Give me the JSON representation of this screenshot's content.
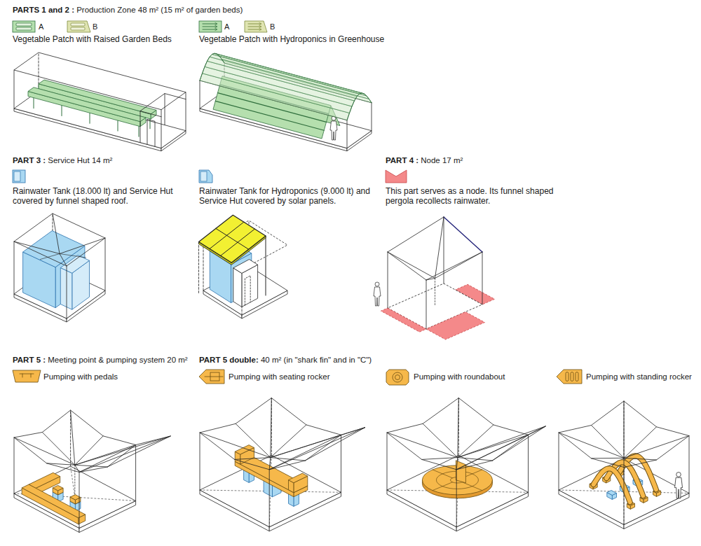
{
  "diagram": {
    "labels": [
      "PARTS 1 and 2 : Production Zone 48 m² (15 m² of garden beds)",
      "A",
      "B",
      "Vegetable Patch with Raised Garden Beds",
      "A",
      "B",
      "Vegetable Patch with Hydroponics in Greenhouse",
      "PART 3 : Service Hut 14 m²",
      "Rainwater Tank (18.000 lt) and Service Hut covered by funnel shaped roof.",
      "Rainwater Tank for Hydroponics (9.000 lt) and Service Hut covered by solar panels.",
      "PART 4 : Node 17 m²",
      "This part serves as a node. Its funnel shaped pergola recollects rainwater.",
      "PART 5 : Meeting point & pumping system 20 m²",
      "PART 5 double: 40 m² (in \"shark fin\" and in \"C\")",
      "Pumping with pedals",
      "Pumping with seating rocker",
      "Pumping with roundabout",
      "Pumping with standing rocker"
    ]
  }
}
